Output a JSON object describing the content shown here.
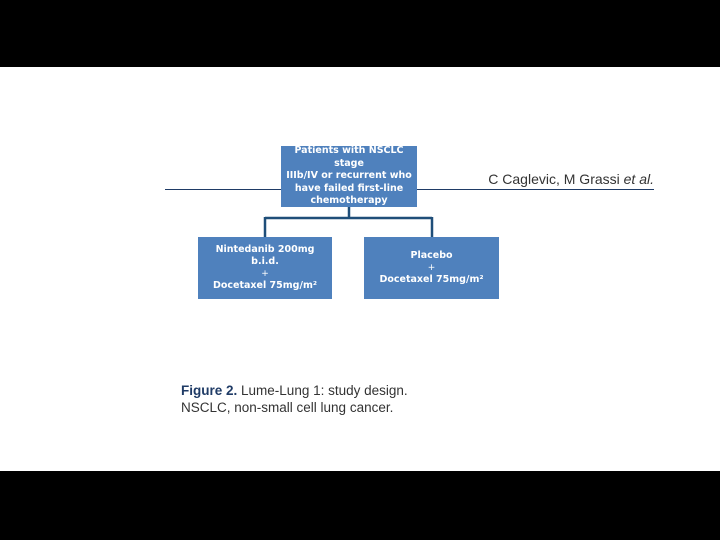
{
  "header": {
    "authors": "C Caglevic, M Grassi",
    "etal": "et al."
  },
  "diagram": {
    "top_box": {
      "lines": [
        "Patients with NSCLC stage",
        "IIIb/IV or recurrent who",
        "have failed first-line",
        "chemotherapy"
      ]
    },
    "left_box": {
      "line1": "Nintedanib 200mg b.i.d.",
      "plus": "+",
      "line2": "Docetaxel 75mg/m²"
    },
    "right_box": {
      "line1": "Placebo",
      "plus": "+",
      "line2": "Docetaxel 75mg/m²"
    },
    "colors": {
      "box_fill": "#4f81bd",
      "connector": "#1f4e79",
      "rule": "#1f3b66"
    }
  },
  "caption": {
    "label": "Figure 2.",
    "text": "Lume-Lung 1: study design.",
    "line2": "NSCLC, non-small cell lung cancer."
  }
}
